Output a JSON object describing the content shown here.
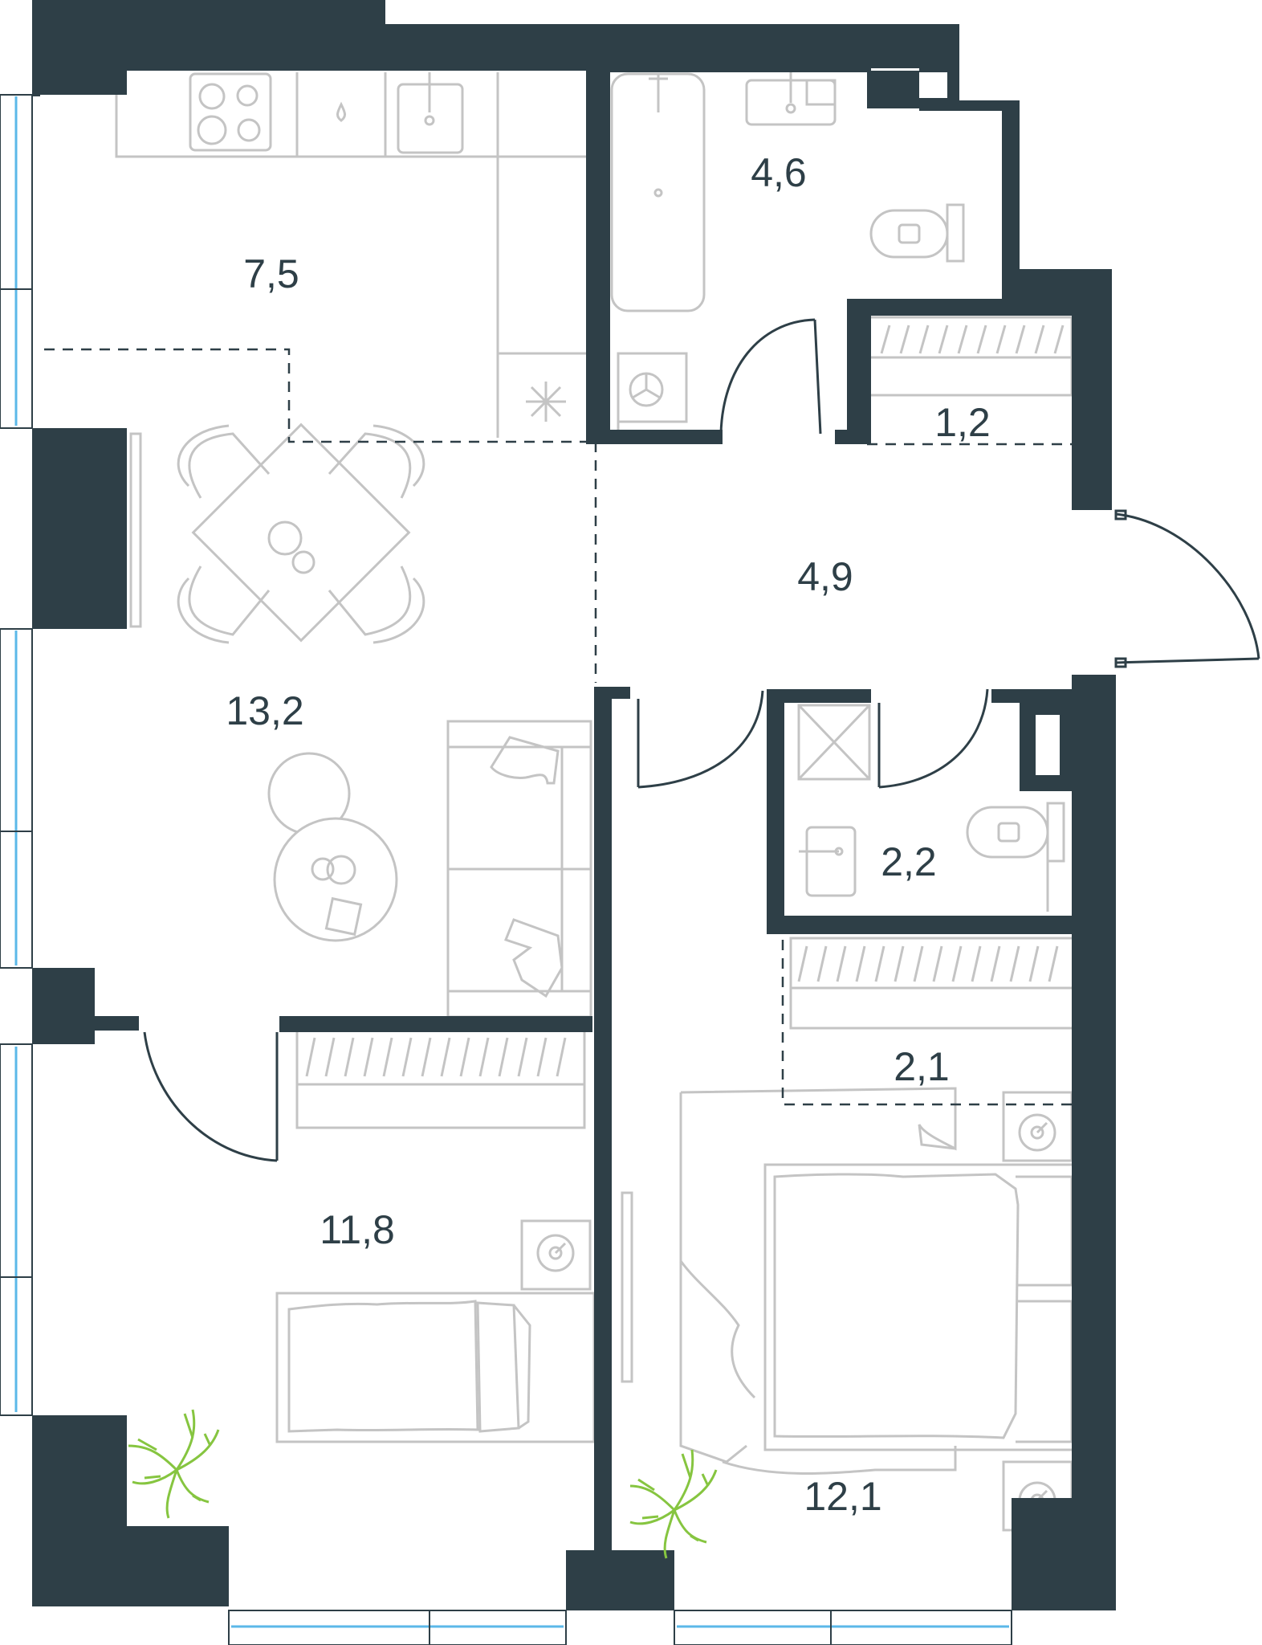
{
  "rooms": {
    "kitchen": {
      "area": "7,5"
    },
    "bathroom": {
      "area": "4,6"
    },
    "closet_small": {
      "area": "1,2"
    },
    "hallway": {
      "area": "4,9"
    },
    "living": {
      "area": "13,2"
    },
    "wc": {
      "area": "2,2"
    },
    "wardrobe": {
      "area": "2,1"
    },
    "bedroom_left": {
      "area": "11,8"
    },
    "bedroom_right": {
      "area": "12,1"
    }
  },
  "colors": {
    "wall": "#2e3f47",
    "furniture": "#c4c4c4",
    "window_glass": "#5bb8e8",
    "plant": "#86c540"
  }
}
